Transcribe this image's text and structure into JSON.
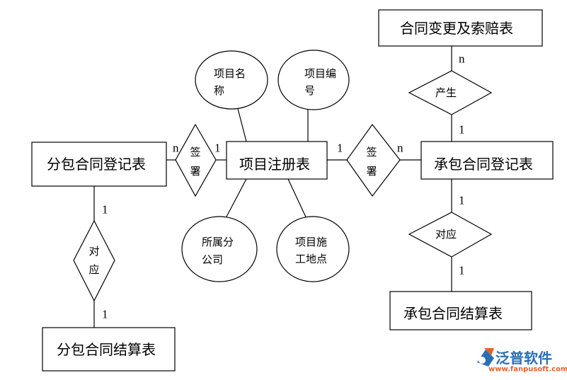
{
  "entities": {
    "contract_change": "合同变更及索赔表",
    "project_register": "项目注册表",
    "subcontract_register": "分包合同登记表",
    "main_contract_register": "承包合同登记表",
    "main_contract_settlement": "承包合同结算表",
    "subcontract_settlement": "分包合同结算表"
  },
  "attributes": {
    "project_name": [
      "项目名",
      "称"
    ],
    "project_number": [
      "项目编",
      "号"
    ],
    "branch": [
      "所属分",
      "公司"
    ],
    "site": [
      "项目施",
      "工地点"
    ]
  },
  "relations": {
    "produce": "产生",
    "sign_left": [
      "签",
      "署"
    ],
    "sign_right": [
      "签",
      "署"
    ],
    "correspond_right": "对应",
    "correspond_left": [
      "对",
      "应"
    ]
  },
  "cardinalities": {
    "change_n": "n",
    "change_1": "1",
    "sign_left_n": "n",
    "sign_left_1": "1",
    "sign_right_1": "1",
    "sign_right_n": "n",
    "corr_right_top": "1",
    "corr_right_bottom": "1",
    "corr_left_top": "1",
    "corr_left_bottom": "1"
  },
  "logo": {
    "name": "泛普软件",
    "url": "www.fanpusoft.com",
    "colors": {
      "primary": "#2a6fb5",
      "accent": "#e3612a"
    }
  }
}
